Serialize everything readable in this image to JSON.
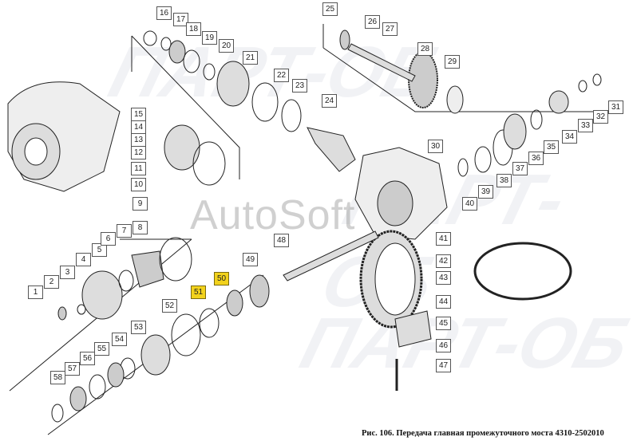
{
  "watermark": "AutoSoft",
  "background_watermark": "ПАРТ-ОБ",
  "caption": "Рис. 106. Передача главная промежуточного моста 4310-2502010",
  "highlight_color": "#f2d21c",
  "callouts": [
    "1",
    "2",
    "3",
    "4",
    "5",
    "6",
    "7",
    "8",
    "9",
    "10",
    "11",
    "12",
    "13",
    "14",
    "15",
    "16",
    "17",
    "18",
    "19",
    "20",
    "21",
    "22",
    "23",
    "24",
    "25",
    "26",
    "27",
    "28",
    "29",
    "30",
    "31",
    "32",
    "33",
    "34",
    "35",
    "36",
    "37",
    "38",
    "39",
    "40",
    "41",
    "42",
    "43",
    "44",
    "45",
    "46",
    "47",
    "48",
    "49",
    "50",
    "51",
    "52",
    "53",
    "54",
    "55",
    "56",
    "57",
    "58"
  ],
  "highlighted": [
    "50",
    "51"
  ]
}
